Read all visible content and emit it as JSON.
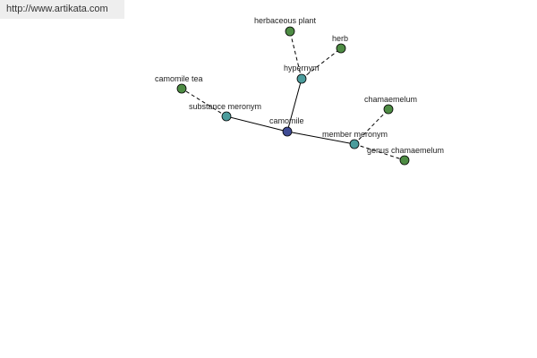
{
  "header": {
    "url": "http://www.artikata.com",
    "url_bg": "#eeeeee"
  },
  "graph": {
    "colors": {
      "center": "#3f4b94",
      "relation": "#4b9c9c",
      "leaf": "#4e8c44"
    },
    "nodes": {
      "camomile": {
        "label": "camomile",
        "kind": "center"
      },
      "hypernym": {
        "label": "hypernym",
        "kind": "relation"
      },
      "substance_meronym": {
        "label": "substance meronym",
        "kind": "relation"
      },
      "member_meronym": {
        "label": "member meronym",
        "kind": "relation"
      },
      "herbaceous_plant": {
        "label": "herbaceous plant",
        "kind": "leaf"
      },
      "herb": {
        "label": "herb",
        "kind": "leaf"
      },
      "camomile_tea": {
        "label": "camomile tea",
        "kind": "leaf"
      },
      "chamaemelum": {
        "label": "chamaemelum",
        "kind": "leaf"
      },
      "genus_chamaemelum": {
        "label": "genus chamaemelum",
        "kind": "leaf"
      }
    },
    "edges": [
      {
        "from": "camomile",
        "to": "hypernym",
        "style": "solid"
      },
      {
        "from": "camomile",
        "to": "substance_meronym",
        "style": "solid"
      },
      {
        "from": "camomile",
        "to": "member_meronym",
        "style": "solid"
      },
      {
        "from": "hypernym",
        "to": "herbaceous_plant",
        "style": "dashed"
      },
      {
        "from": "hypernym",
        "to": "herb",
        "style": "dashed"
      },
      {
        "from": "substance_meronym",
        "to": "camomile_tea",
        "style": "dashed"
      },
      {
        "from": "member_meronym",
        "to": "chamaemelum",
        "style": "dashed"
      },
      {
        "from": "member_meronym",
        "to": "genus_chamaemelum",
        "style": "dashed"
      }
    ]
  }
}
